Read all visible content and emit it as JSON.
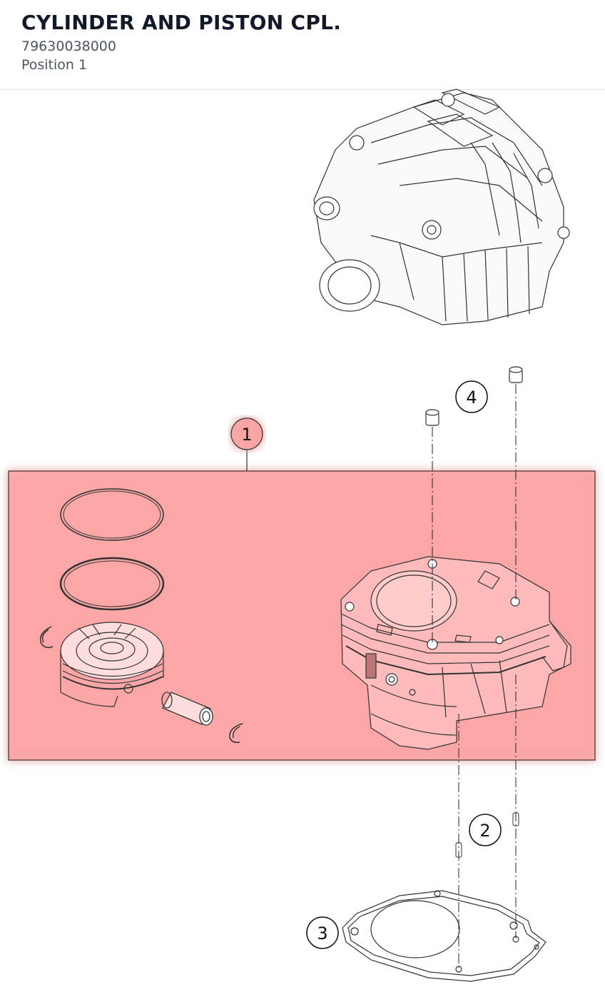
{
  "header": {
    "title": "CYLINDER AND PISTON CPL.",
    "part_number": "79630038000",
    "position": "Position 1"
  },
  "diagram": {
    "highlight_color": "#fca5a5",
    "callouts": [
      {
        "label": "1",
        "highlighted": true,
        "name": "cylinder-and-piston-set"
      },
      {
        "label": "2",
        "highlighted": false,
        "name": "dowel-pin"
      },
      {
        "label": "3",
        "highlighted": false,
        "name": "cylinder-base-gasket"
      },
      {
        "label": "4",
        "highlighted": false,
        "name": "dowel-sleeve"
      }
    ]
  }
}
